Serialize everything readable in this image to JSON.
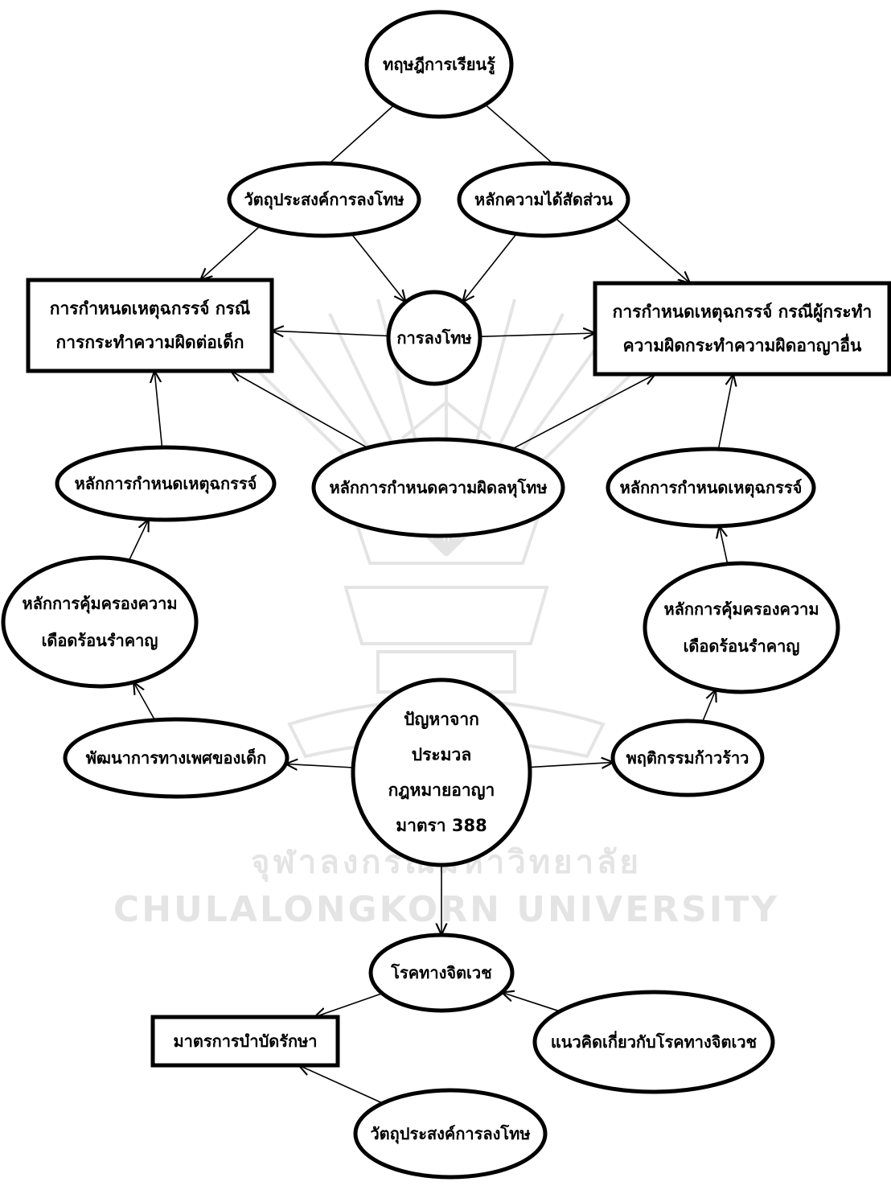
{
  "diagram": {
    "nodes": [
      {
        "id": "learning-theory",
        "shape": "ellipse",
        "lines": [
          "ทฤษฎีการเรียนรู้"
        ]
      },
      {
        "id": "purpose-punishment-top",
        "shape": "ellipse",
        "lines": [
          "วัตถุประสงค์การลงโทษ"
        ]
      },
      {
        "id": "proportionality",
        "shape": "ellipse",
        "lines": [
          "หลักความได้สัดส่วน"
        ]
      },
      {
        "id": "aggravation-children",
        "shape": "box",
        "lines": [
          "การกำหนดเหตุฉกรรจ์ กรณี",
          "การกระทำความผิดต่อเด็ก"
        ]
      },
      {
        "id": "punishment",
        "shape": "ellipse",
        "lines": [
          "การลงโทษ"
        ]
      },
      {
        "id": "aggravation-other",
        "shape": "box",
        "lines": [
          "การกำหนดเหตุฉกรรจ์ กรณีผู้กระทำ",
          "ความผิดกระทำความผิดอาญาอื่น"
        ]
      },
      {
        "id": "aggravation-principle-left",
        "shape": "ellipse",
        "lines": [
          "หลักการกำหนดเหตุฉกรรจ์"
        ]
      },
      {
        "id": "petty-offense-principle",
        "shape": "ellipse",
        "lines": [
          "หลักการกำหนดความผิดลหุโทษ"
        ]
      },
      {
        "id": "aggravation-principle-right",
        "shape": "ellipse",
        "lines": [
          "หลักการกำหนดเหตุฉกรรจ์"
        ]
      },
      {
        "id": "nuisance-left",
        "shape": "ellipse",
        "lines": [
          "หลักการคุ้มครองความ",
          "เดือดร้อนรำคาญ"
        ]
      },
      {
        "id": "nuisance-right",
        "shape": "ellipse",
        "lines": [
          "หลักการคุ้มครองความ",
          "เดือดร้อนรำคาญ"
        ]
      },
      {
        "id": "child-sexual-development",
        "shape": "ellipse",
        "lines": [
          "พัฒนาการทางเพศของเด็ก"
        ]
      },
      {
        "id": "core-problem",
        "shape": "ellipse",
        "lines": [
          "ปัญหาจาก",
          "ประมวล",
          "กฎหมายอาญา",
          "มาตรา 388"
        ]
      },
      {
        "id": "aggressive-behavior",
        "shape": "ellipse",
        "lines": [
          "พฤติกรรมก้าวร้าว"
        ]
      },
      {
        "id": "mental-disorder",
        "shape": "ellipse",
        "lines": [
          "โรคทางจิตเวช"
        ]
      },
      {
        "id": "mental-disorder-concept",
        "shape": "ellipse",
        "lines": [
          "แนวคิดเกี่ยวกับโรคทางจิตเวช"
        ]
      },
      {
        "id": "treatment-measures",
        "shape": "box",
        "lines": [
          "มาตรการบำบัดรักษา"
        ]
      },
      {
        "id": "purpose-punishment-bottom",
        "shape": "ellipse",
        "lines": [
          "วัตถุประสงค์การลงโทษ"
        ]
      }
    ],
    "edges": [
      {
        "from": "learning-theory",
        "to": "aggravation-children"
      },
      {
        "from": "learning-theory",
        "to": "aggravation-other"
      },
      {
        "from": "purpose-punishment-top",
        "to": "punishment"
      },
      {
        "from": "proportionality",
        "to": "punishment"
      },
      {
        "from": "punishment",
        "to": "aggravation-children"
      },
      {
        "from": "punishment",
        "to": "aggravation-other"
      },
      {
        "from": "petty-offense-principle",
        "to": "aggravation-children"
      },
      {
        "from": "petty-offense-principle",
        "to": "aggravation-other"
      },
      {
        "from": "aggravation-principle-left",
        "to": "aggravation-children"
      },
      {
        "from": "nuisance-left",
        "to": "aggravation-principle-left"
      },
      {
        "from": "child-sexual-development",
        "to": "nuisance-left"
      },
      {
        "from": "core-problem",
        "to": "child-sexual-development"
      },
      {
        "from": "core-problem",
        "to": "aggressive-behavior"
      },
      {
        "from": "aggressive-behavior",
        "to": "nuisance-right"
      },
      {
        "from": "nuisance-right",
        "to": "aggravation-principle-right"
      },
      {
        "from": "aggravation-principle-right",
        "to": "aggravation-other"
      },
      {
        "from": "core-problem",
        "to": "mental-disorder"
      },
      {
        "from": "mental-disorder",
        "to": "treatment-measures"
      },
      {
        "from": "mental-disorder-concept",
        "to": "mental-disorder"
      },
      {
        "from": "purpose-punishment-bottom",
        "to": "treatment-measures"
      }
    ]
  },
  "watermark": {
    "thai_text": "จุฬาลงกรณ์มหาวิทยาลัย",
    "english_text": "Chulalongkorn University",
    "emblem": "university-crest-icon"
  },
  "colors": {
    "stroke": "#000000",
    "fill": "#ffffff",
    "watermark": "#e4e4e4"
  }
}
